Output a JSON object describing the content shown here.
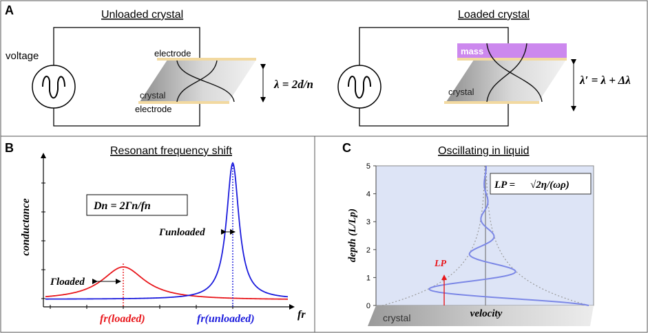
{
  "panel_a": {
    "letter": "A",
    "unloaded_title": "Unloaded crystal",
    "loaded_title": "Loaded crystal",
    "voltage": "voltage",
    "electrode_top": "electrode",
    "electrode_bottom": "electrode",
    "crystal": "crystal",
    "crystal_loaded": "crystal",
    "mass": "mass",
    "eq_unloaded": "λ = 2d/n",
    "eq_loaded": "λ′ = λ + Δλ"
  },
  "panel_b": {
    "letter": "B",
    "title": "Resonant frequency shift",
    "ylabel": "conductance",
    "xlabel": "fr",
    "equation": "Dn = 2Γn/fn",
    "gamma_loaded": "Γloaded",
    "gamma_unloaded": "Γunloaded",
    "fr_loaded": "fr(loaded)",
    "fr_unloaded": "fr(unloaded)",
    "color_loaded": "#e8161b",
    "color_unloaded": "#1a1adc"
  },
  "panel_c": {
    "letter": "C",
    "title": "Oscillating in liquid",
    "ylabel": "depth (L/Lp)",
    "xlabel": "velocity",
    "equation_lhs": "LP =",
    "equation_rhs": "√2η/(ωρ)",
    "lp_label": "LP",
    "crystal": "crystal",
    "yticks": [
      "0",
      "1",
      "2",
      "3",
      "4",
      "5"
    ],
    "color_wave": "#7b87e6",
    "color_lp": "#e8161b"
  },
  "colors": {
    "electrode": "#f2d9a0",
    "mass": "#cc88ee",
    "liquid_bg": "#dde4f6"
  }
}
